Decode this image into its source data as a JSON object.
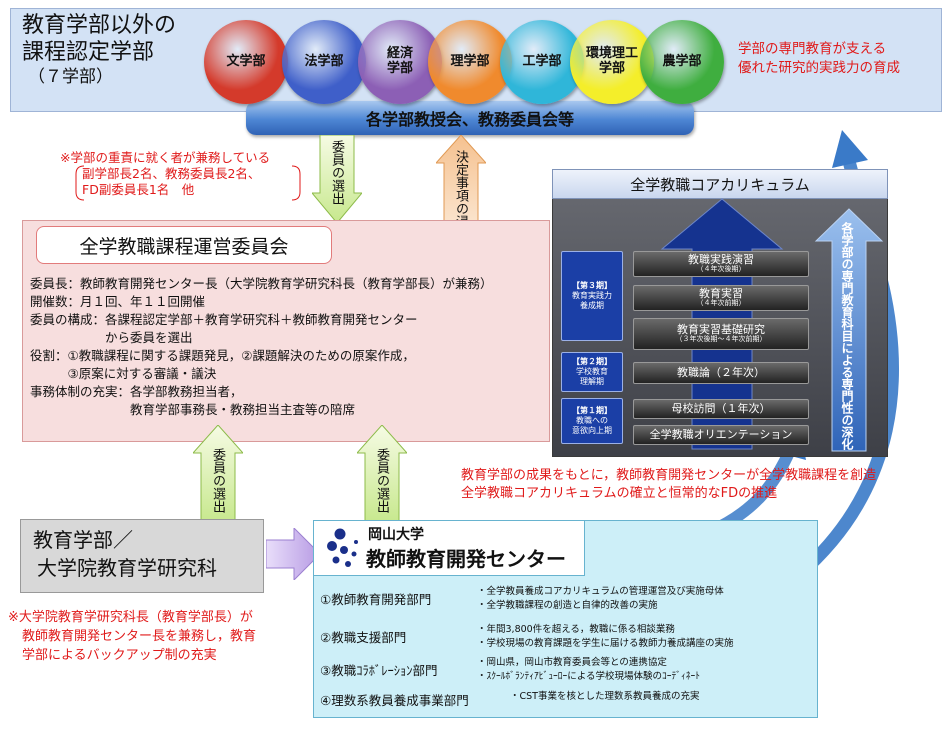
{
  "top_box": {
    "title_line1": "教育学部以外の",
    "title_line2": "課程認定学部",
    "title_line3": "（７学部）",
    "faculties": [
      {
        "label": "文学部",
        "color": "#d43a2b"
      },
      {
        "label": "法学部",
        "color": "#3f5fc9"
      },
      {
        "label": "経済\n学部",
        "color": "#8c5fb5"
      },
      {
        "label": "理学部",
        "color": "#f08a2d"
      },
      {
        "label": "工学部",
        "color": "#2fb6d9"
      },
      {
        "label": "環境理工\n学部",
        "color": "#f4ee2a"
      },
      {
        "label": "農学部",
        "color": "#3fae3f"
      }
    ],
    "council_bar": "各学部教授会、教務委員会等",
    "right_note_line1": "学部の専門教育が支える",
    "right_note_line2": "優れた研究的実践力の育成"
  },
  "arrows": {
    "down_top": "委員の選出",
    "up_top": "決定事項の浸透",
    "up_left": "委員の選出",
    "up_right": "委員の選出"
  },
  "members_note": {
    "line1": "※学部の重責に就く者が兼務している",
    "line2": "副学部長2名、教務委員長2名、",
    "line3": "FD副委員長1名　他"
  },
  "committee": {
    "title": "全学教職課程運営委員会",
    "lines": [
      "委員長：教師教育開発センター長（大学院教育学研究科長（教育学部長）が兼務）",
      "開催数：月１回、年１１回開催",
      "委員の構成：各課程認定学部＋教育学研究科＋教師教育開発センター",
      "　　　　　　から委員を選出",
      "役割：①教職課程に関する課題発見，②課題解決のための原案作成，",
      "　　　③原案に対する審議・議決",
      "事務体制の充実：各学部教務担当者，",
      "　　　　　　　　教育学部事務長・教務担当主査等の陪席"
    ]
  },
  "curriculum": {
    "title": "全学教職コアカリキュラム",
    "courses": [
      {
        "title": "教職実践演習",
        "sub": "（４年次後期）"
      },
      {
        "title": "教育実習",
        "sub": "（４年次前期）"
      },
      {
        "title": "教育実習基礎研究",
        "sub": "（３年次後期～４年次前期）"
      },
      {
        "title": "教職論（２年次）",
        "sub": ""
      },
      {
        "title": "母校訪問（１年次）",
        "sub": ""
      },
      {
        "title": "全学教職オリエンテーション",
        "sub": ""
      }
    ],
    "phases": [
      {
        "phase": "【第３期】",
        "desc": "教育実践力\n養成期"
      },
      {
        "phase": "【第２期】",
        "desc": "学校教育\n理解期"
      },
      {
        "phase": "【第１期】",
        "desc": "教職への\n意欲向上期"
      }
    ],
    "right_arrow_text": "各学部の専門教育科目による専門性の深化"
  },
  "creation_note": {
    "line1": "教育学部の成果をもとに，教師教育開発センターが全学教職課程を創造",
    "line2": "全学教職コアカリキュラムの確立と恒常的なFDの推進"
  },
  "edu_faculty": {
    "line1": "教育学部／",
    "line2": "大学院教育学研究科"
  },
  "edu_note": {
    "line1": "※大学院教育学研究科長（教育学部長）が",
    "line2": "教師教育開発センター長を兼務し，教育",
    "line3": "学部によるバックアップ制の充実"
  },
  "center": {
    "univ": "岡山大学",
    "name": "教師教育開発センター",
    "departments": [
      {
        "name": "①教師教育開発部門",
        "items": [
          "・全学教員養成コアカリキュラムの管理運営及び実施母体",
          "・全学教職課程の創造と自律的改善の実施"
        ]
      },
      {
        "name": "②教職支援部門",
        "items": [
          "・年間3,800件を超える，教職に係る相談業務",
          "・学校現場の教育課題を学生に届ける教師力養成講座の実施"
        ]
      },
      {
        "name": "③教職ｺﾗﾎﾞﾚｰｼｮﾝ部門",
        "items": [
          "・岡山県，岡山市教育委員会等との連携協定",
          "・ｽｸｰﾙﾎﾞﾗﾝﾃｨｱﾋﾞｭｰﾛｰによる学校現場体験のｺｰﾃﾞｨﾈｰﾄ"
        ]
      },
      {
        "name": "④理数系教員養成事業部門",
        "items": [
          "・CST事業を核とした理数系教員養成の充実"
        ]
      }
    ]
  },
  "colors": {
    "top_bg": "#d3e2f5",
    "committee_bg": "#f7dede",
    "center_bg": "#cdeff8",
    "note_red": "#e01a1a",
    "curriculum_bg": "#55575e",
    "big_arrow": "#3a7ac8"
  }
}
